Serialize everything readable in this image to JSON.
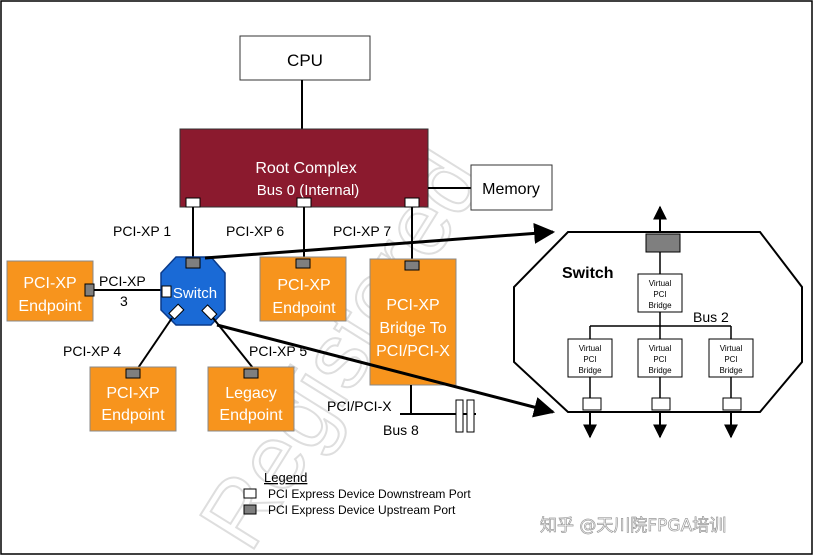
{
  "cpu_label": "CPU",
  "root_complex": {
    "title": "Root Complex",
    "subtitle": "Bus 0 (Internal)"
  },
  "memory_label": "Memory",
  "port_labels": {
    "p1": "PCI-XP 1",
    "p6": "PCI-XP 6",
    "p7": "PCI-XP 7",
    "p3a": "PCI-XP",
    "p3b": "3",
    "p4": "PCI-XP 4",
    "p5": "PCI-XP 5"
  },
  "switch_label": "Switch",
  "endpoints": {
    "left": [
      "PCI-XP",
      "Endpoint"
    ],
    "middle": [
      "PCI-XP",
      "Endpoint"
    ],
    "bottom_left": [
      "PCI-XP",
      "Endpoint"
    ],
    "legacy": [
      "Legacy",
      "Endpoint"
    ]
  },
  "bridge": [
    "PCI-XP",
    "Bridge To",
    "PCI/PCI-X"
  ],
  "pci_bus": {
    "label": "PCI/PCI-X",
    "bus": "Bus 8"
  },
  "switch_detail": {
    "title": "Switch",
    "bus_label": "Bus 2",
    "top_bridge": [
      "Virtual",
      "PCI",
      "Bridge"
    ],
    "lower_bridges": [
      [
        "Virtual",
        "PCI",
        "Bridge"
      ],
      [
        "Virtual",
        "PCI",
        "Bridge"
      ],
      [
        "Virtual",
        "PCI",
        "Bridge"
      ]
    ]
  },
  "legend": {
    "title": "Legend",
    "downstream": "PCI Express Device Downstream Port",
    "upstream": "PCI Express Device Upstream Port"
  },
  "watermark_text": "Registered",
  "footer_credit": "知乎 @天川院FPGA培训",
  "colors": {
    "root_complex": "#8b1a2e",
    "endpoint": "#f7941d",
    "switch": "#1a6ad6",
    "upstream_port": "#7f7f7f"
  }
}
